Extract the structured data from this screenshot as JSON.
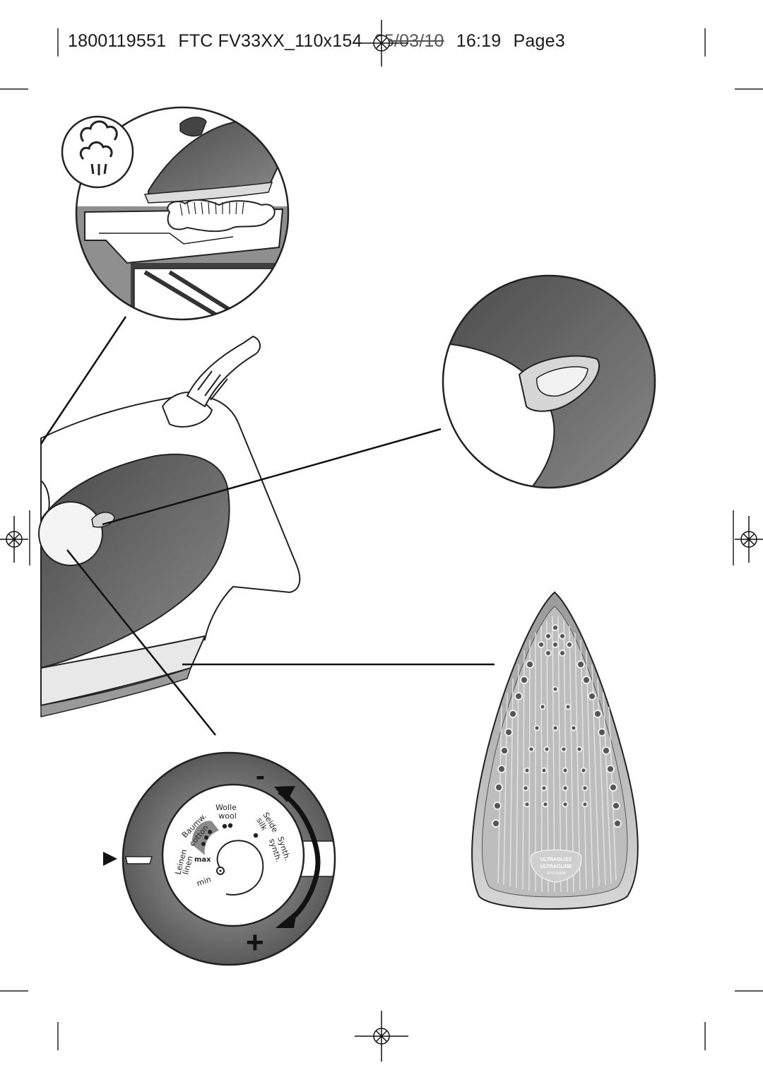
{
  "header": {
    "job_id": "1800119551",
    "title": "FTC FV33XX_110x154",
    "date": "05/03/10",
    "time": "16:19",
    "page": "Page3"
  },
  "dial": {
    "minus_sign": "-",
    "plus_sign": "+",
    "label_wolle": "Wolle",
    "label_wool": "wool",
    "label_seide": "Seide",
    "label_synth": "Synth.",
    "label_silk": "silk",
    "label_synth_en": "synth.",
    "label_leinen": "Leinen",
    "label_baumw": "Baumw.",
    "label_linen": "linen",
    "label_cotton": "cotton",
    "label_max": "max",
    "label_min": "min"
  },
  "soleplate": {
    "brand_line1": "ULTRAGLISS",
    "brand_line2": "ULTRAGLIDE",
    "brand_line3": "DIFFUSION"
  },
  "icons": [
    "steam-icon",
    "registration-mark-icon",
    "pointer-arrow-icon",
    "rotation-arrow-icon"
  ]
}
